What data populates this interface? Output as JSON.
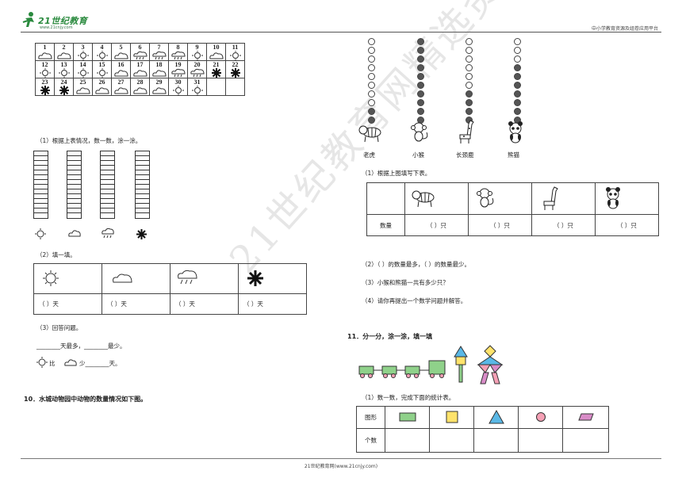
{
  "header": {
    "logo_text": "21世纪教育",
    "logo_sub": "www.21cnjy.com",
    "right_text": "中小学教育资源及组卷应用平台"
  },
  "footer": {
    "text": "21世纪教育网(www.21cnjy.com)"
  },
  "watermark": "21世纪教育网精选资料",
  "calendar": {
    "rows": [
      [
        {
          "n": "1",
          "w": "cloudy"
        },
        {
          "n": "2",
          "w": "cloudy"
        },
        {
          "n": "3",
          "w": "sunny"
        },
        {
          "n": "4",
          "w": "sunny"
        },
        {
          "n": "5",
          "w": "cloudy"
        },
        {
          "n": "6",
          "w": "rainy"
        },
        {
          "n": "7",
          "w": "rainy"
        },
        {
          "n": "8",
          "w": "rainy"
        },
        {
          "n": "9",
          "w": "sunny"
        },
        {
          "n": "10",
          "w": "cloudy"
        },
        {
          "n": "11",
          "w": "sunny"
        }
      ],
      [
        {
          "n": "12",
          "w": "sunny"
        },
        {
          "n": "13",
          "w": "sunny"
        },
        {
          "n": "14",
          "w": "sunny"
        },
        {
          "n": "15",
          "w": "sunny"
        },
        {
          "n": "16",
          "w": "cloudy"
        },
        {
          "n": "17",
          "w": "cloudy"
        },
        {
          "n": "18",
          "w": "cloudy"
        },
        {
          "n": "19",
          "w": "rainy"
        },
        {
          "n": "20",
          "w": "rainy"
        },
        {
          "n": "21",
          "w": "snowy"
        },
        {
          "n": "22",
          "w": "snowy"
        }
      ],
      [
        {
          "n": "23",
          "w": "snowy"
        },
        {
          "n": "24",
          "w": "snowy"
        },
        {
          "n": "25",
          "w": "cloudy"
        },
        {
          "n": "26",
          "w": "cloudy"
        },
        {
          "n": "27",
          "w": "cloudy"
        },
        {
          "n": "28",
          "w": "cloudy"
        },
        {
          "n": "29",
          "w": "cloudy"
        },
        {
          "n": "30",
          "w": "sunny"
        },
        {
          "n": "31",
          "w": "sunny"
        },
        {
          "n": "",
          "w": ""
        },
        {
          "n": "",
          "w": ""
        }
      ]
    ]
  },
  "q9": {
    "p1": "（1）根据上表情况，数一数，涂一涂。",
    "p2": "（2）填一填。",
    "day_cell": "（    ）天",
    "p3": "（3）回答问题。",
    "line1": "________天最多，________最少。",
    "line2_mid": "比",
    "line2_end": "少________天。"
  },
  "q10": {
    "title": "10．水城动物园中动物的数量情况如下图。",
    "animals": [
      {
        "name": "老虎",
        "filled": 2,
        "total": 10,
        "icon": "tiger-icon"
      },
      {
        "name": "小猴",
        "filled": 10,
        "total": 10,
        "icon": "monkey-icon"
      },
      {
        "name": "长颈鹿",
        "filled": 4,
        "total": 10,
        "icon": "giraffe-icon"
      },
      {
        "name": "熊猫",
        "filled": 7,
        "total": 10,
        "icon": "panda-icon"
      }
    ],
    "p1": "（1）根据上图填写下表。",
    "count_label": "数量",
    "count_cell": "（    ）只",
    "p2": "（2）（        ）的数量最多，（        ）的数量最少。",
    "p3": "（3）小猴和熊猫一共有多少只？",
    "p4": "（4）请你再提出一个数学问题并解答。"
  },
  "q11": {
    "title": "11．分一分，涂一涂，填一填",
    "p1": "（1）数一数，完成下面的统计表。",
    "row1_label": "图形",
    "row2_label": "个数",
    "colors": {
      "rect": "#8fd18a",
      "square": "#ffe36b",
      "triangle": "#5ab8e6",
      "circle": "#f5a0b5",
      "para": "#d98cc8"
    }
  }
}
